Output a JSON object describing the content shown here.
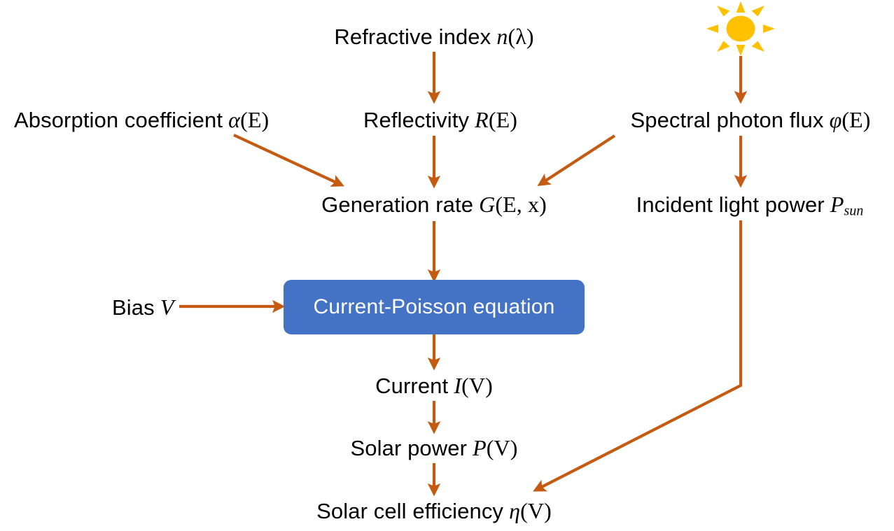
{
  "diagram": {
    "title": "Solar cell simulation flowchart",
    "colors": {
      "arrow": "#C55A11",
      "box_fill": "#4472C4",
      "box_text": "#FFFFFF",
      "label_text": "#000000",
      "sun": "#FFC000",
      "background": "#FFFFFF"
    },
    "nodes": {
      "refractive_index": {
        "text": "Refractive index n(λ)",
        "plain": "Refractive index",
        "symbol": "n",
        "arg": "(λ)"
      },
      "absorption_coefficient": {
        "text": "Absorption coefficient α(E)",
        "plain": "Absorption coefficient",
        "symbol": "α",
        "arg": "(E)"
      },
      "reflectivity": {
        "text": "Reflectivity R(E)",
        "plain": "Reflectivity",
        "symbol": "R",
        "arg": "(E)"
      },
      "spectral_photon_flux": {
        "text": "Spectral photon flux φ(E)",
        "plain": "Spectral photon flux",
        "symbol": "φ",
        "arg": "(E)"
      },
      "generation_rate": {
        "text": "Generation rate G(E, x)",
        "plain": "Generation rate",
        "symbol": "G",
        "arg": "(E, x)"
      },
      "incident_light_power": {
        "text": "Incident light power P_sun",
        "plain": "Incident light power",
        "symbol": "P",
        "sub": "sun"
      },
      "bias": {
        "text": "Bias V",
        "plain": "Bias",
        "symbol": "V"
      },
      "current_poisson_equation": {
        "text": "Current-Poisson equation"
      },
      "current": {
        "text": "Current I(V)",
        "plain": "Current",
        "symbol": "I",
        "arg": "(V)"
      },
      "solar_power": {
        "text": "Solar power P(V)",
        "plain": "Solar power",
        "symbol": "P",
        "arg": "(V)"
      },
      "solar_cell_efficiency": {
        "text": "Solar cell efficiency η(V)",
        "plain": "Solar cell efficiency",
        "symbol": "η",
        "arg": "(V)"
      },
      "sun": {
        "text": "sun-icon"
      }
    },
    "edges": [
      {
        "name": "refractive-index-to-reflectivity",
        "from": "refractive_index",
        "to": "reflectivity"
      },
      {
        "name": "reflectivity-to-generation-rate",
        "from": "reflectivity",
        "to": "generation_rate"
      },
      {
        "name": "absorption-coefficient-to-generation-rate",
        "from": "absorption_coefficient",
        "to": "generation_rate"
      },
      {
        "name": "spectral-photon-flux-to-generation-rate",
        "from": "spectral_photon_flux",
        "to": "generation_rate"
      },
      {
        "name": "sun-to-spectral-photon-flux",
        "from": "sun",
        "to": "spectral_photon_flux"
      },
      {
        "name": "spectral-photon-flux-to-incident-light-power",
        "from": "spectral_photon_flux",
        "to": "incident_light_power"
      },
      {
        "name": "generation-rate-to-current-poisson-equation",
        "from": "generation_rate",
        "to": "current_poisson_equation"
      },
      {
        "name": "bias-to-current-poisson-equation",
        "from": "bias",
        "to": "current_poisson_equation"
      },
      {
        "name": "current-poisson-equation-to-current",
        "from": "current_poisson_equation",
        "to": "current"
      },
      {
        "name": "current-to-solar-power",
        "from": "current",
        "to": "solar_power"
      },
      {
        "name": "solar-power-to-solar-cell-efficiency",
        "from": "solar_power",
        "to": "solar_cell_efficiency"
      },
      {
        "name": "incident-light-power-to-solar-cell-efficiency",
        "from": "incident_light_power",
        "to": "solar_cell_efficiency"
      }
    ]
  }
}
